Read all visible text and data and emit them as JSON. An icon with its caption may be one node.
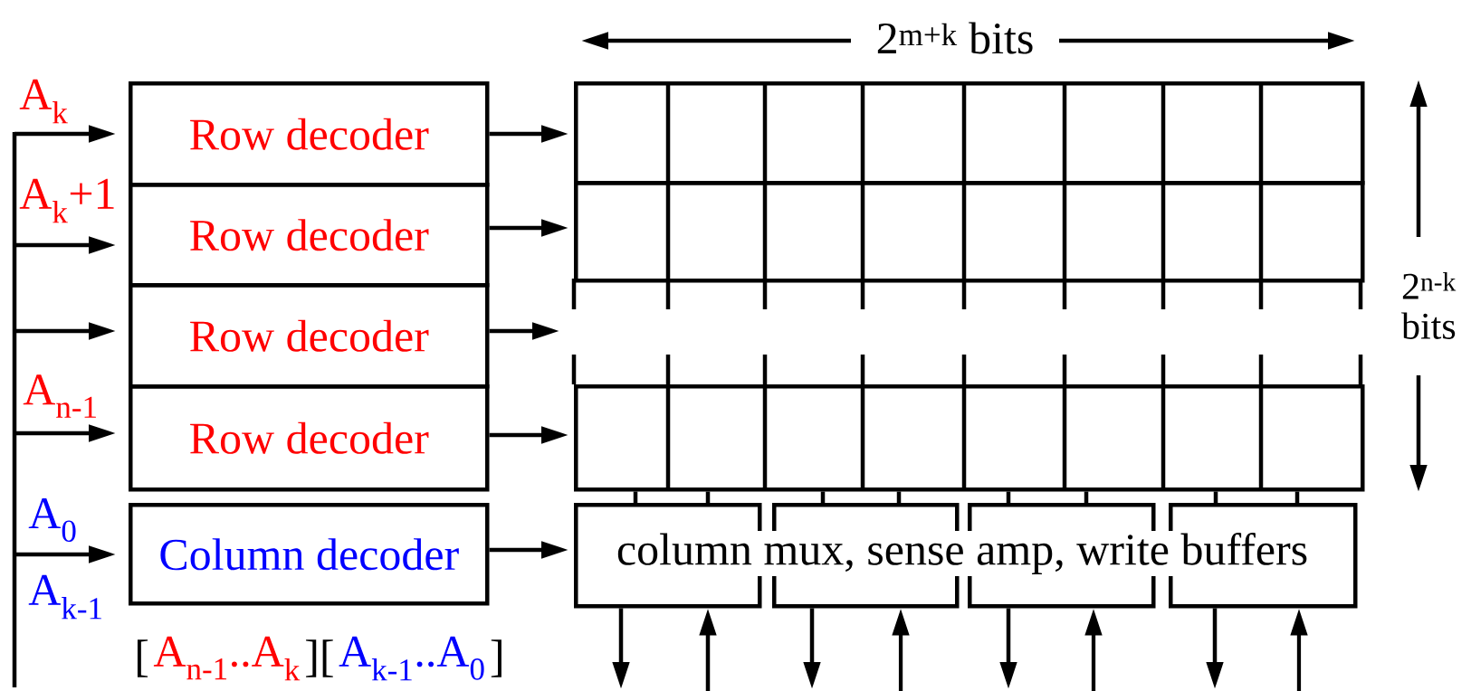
{
  "diagram": {
    "nodes": [
      {
        "text": [
          "Row decoder"
        ]
      },
      {
        "text": [
          "Row decoder"
        ]
      },
      {
        "text": [
          "Row decoder"
        ]
      },
      {
        "text": [
          "Row decoder"
        ]
      },
      {
        "text": [
          "Column decoder"
        ]
      },
      {
        "text": [],
        "shape": "box"
      },
      {
        "text": [],
        "shape": "box"
      },
      {
        "text": [],
        "shape": "box"
      },
      {
        "text": [],
        "shape": "box"
      },
      {
        "text": [],
        "shape": "box"
      },
      {
        "text": [],
        "shape": "box"
      },
      {
        "text": [],
        "shape": "box"
      }
    ],
    "edges": [
      {
        "from": null,
        "to": 0,
        "arrow": "to",
        "label": "A$_{k}$"
      },
      {
        "from": null,
        "to": 1,
        "arrow": "to",
        "label": "A$_{k}$+1"
      },
      {
        "from": null,
        "to": 2,
        "arrow": "to"
      },
      {
        "from": null,
        "to": 3,
        "arrow": "to",
        "label": "A$_{n-1}$"
      },
      {
        "from": null,
        "to": 4,
        "arrow": "to",
        "label": "A$_{0}$"
      },
      {
        "from": 0,
        "to": 5,
        "arrow": "to"
      },
      {
        "from": 1,
        "to": 6,
        "arrow": "to"
      },
      {
        "from": 2,
        "to": null,
        "arrow": "to"
      },
      {
        "from": 3,
        "to": 7,
        "arrow": "to"
      },
      {
        "from": 4,
        "to": 8,
        "arrow": "to"
      },
      {
        "from": 7,
        "to": 8,
        "arrow": "none"
      },
      {
        "from": 7,
        "to": 8,
        "arrow": "none"
      },
      {
        "from": 7,
        "to": 9,
        "arrow": "none"
      },
      {
        "from": 7,
        "to": 9,
        "arrow": "none"
      },
      {
        "from": 7,
        "to": 10,
        "arrow": "none"
      },
      {
        "from": 7,
        "to": 10,
        "arrow": "none"
      },
      {
        "from": 7,
        "to": 11,
        "arrow": "none"
      },
      {
        "from": 7,
        "to": 11,
        "arrow": "none"
      },
      {
        "from": 8,
        "to": null,
        "arrow": "to"
      },
      {
        "from": null,
        "to": 8,
        "arrow": "to"
      },
      {
        "from": 9,
        "to": null,
        "arrow": "to"
      },
      {
        "from": null,
        "to": 9,
        "arrow": "to"
      },
      {
        "from": 10,
        "to": null,
        "arrow": "to"
      },
      {
        "from": null,
        "to": 10,
        "arrow": "to"
      },
      {
        "from": 11,
        "to": null,
        "arrow": "to"
      },
      {
        "from": null,
        "to": 11,
        "arrow": "to"
      }
    ],
    "labels": [
      "2$^{m+k}$ bits",
      "2$^{n-k}$ bits",
      "column mux, sense amp, write buffers",
      "A$_{k-1}$",
      "[",
      "A$_{n-1}$..A$_{k}$",
      "][",
      "A$_{k-1}$..A$_{0}$",
      "]"
    ]
  }
}
